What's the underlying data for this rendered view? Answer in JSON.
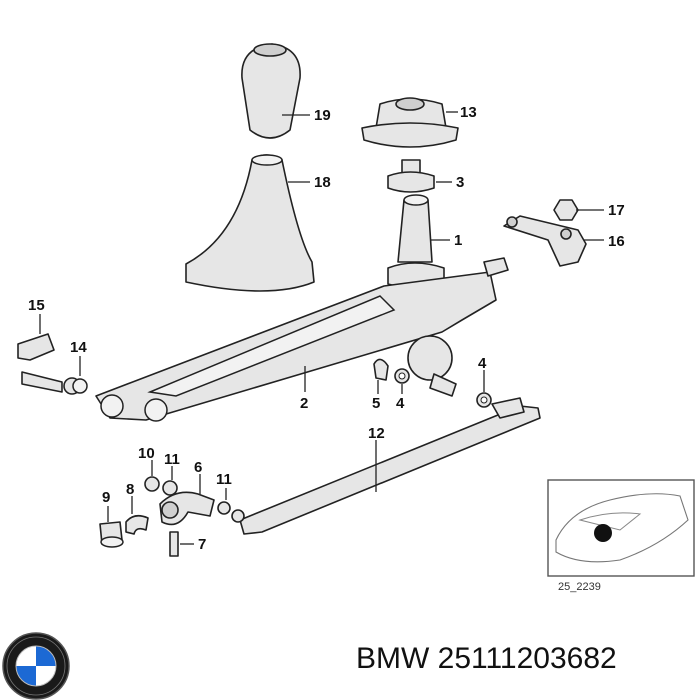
{
  "diagram": {
    "callouts": {
      "c19": "19",
      "c18": "18",
      "c13": "13",
      "c3": "3",
      "c1": "1",
      "c17": "17",
      "c16": "16",
      "c15": "15",
      "c14": "14",
      "c2": "2",
      "c5": "5",
      "c4a": "4",
      "c4b": "4",
      "c12": "12",
      "c10": "10",
      "c11a": "11",
      "c6": "6",
      "c11b": "11",
      "c9": "9",
      "c8": "8",
      "c7": "7"
    },
    "inset_code": "25_2239"
  },
  "footer": {
    "brand": "BMW",
    "part_number": "25111203682",
    "label": "BMW 25111203682"
  },
  "colors": {
    "line": "#222222",
    "part_fill": "#e6e6e6",
    "logo_blue": "#1c69d4"
  },
  "icons": {
    "logo": "bmw-roundel-icon"
  }
}
